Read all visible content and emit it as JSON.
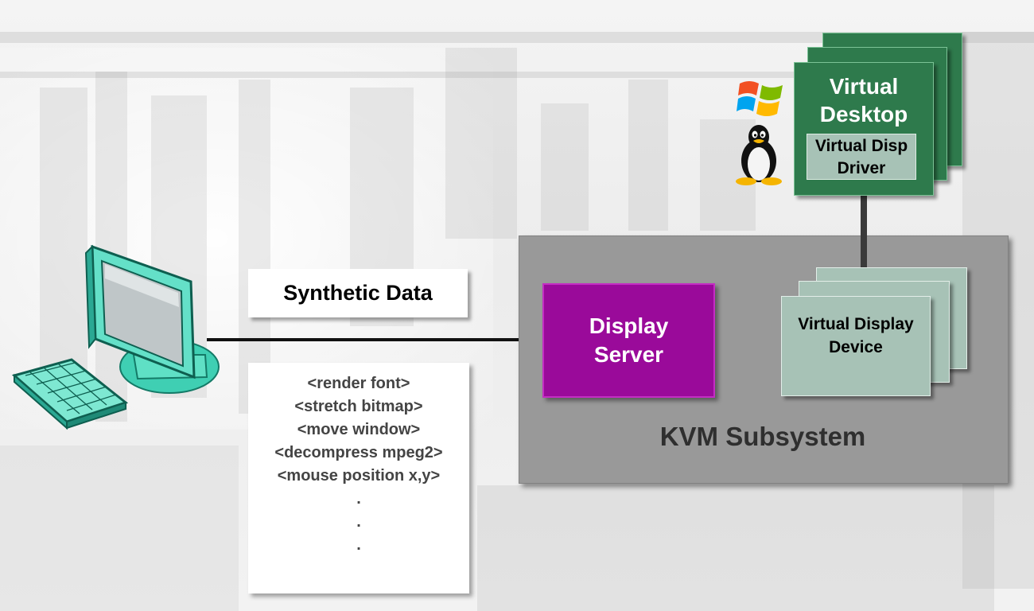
{
  "synthetic_data": {
    "label": "Synthetic Data"
  },
  "commands": {
    "items": [
      "<render font>",
      "<stretch bitmap>",
      "<move window>",
      "<decompress mpeg2>",
      "<mouse position x,y>",
      ".",
      ".",
      "."
    ]
  },
  "kvm": {
    "label": "KVM Subsystem",
    "display_server": {
      "line1": "Display",
      "line2": "Server"
    },
    "virtual_display_device": {
      "line1": "Virtual Display",
      "line2": "Device"
    }
  },
  "virtual_desktop": {
    "line1": "Virtual",
    "line2": "Desktop",
    "driver_line1": "Virtual Disp",
    "driver_line2": "Driver"
  },
  "icons": {
    "client": "computer-monitor-keyboard-icon",
    "windows": "windows-flag-logo",
    "linux": "linux-penguin-logo"
  },
  "colors": {
    "display_server": "#9a0a9a",
    "virtual_desktop": "#2e7a4c",
    "virtual_display_device": "#a7c2b6",
    "kvm_box": "#999999"
  }
}
